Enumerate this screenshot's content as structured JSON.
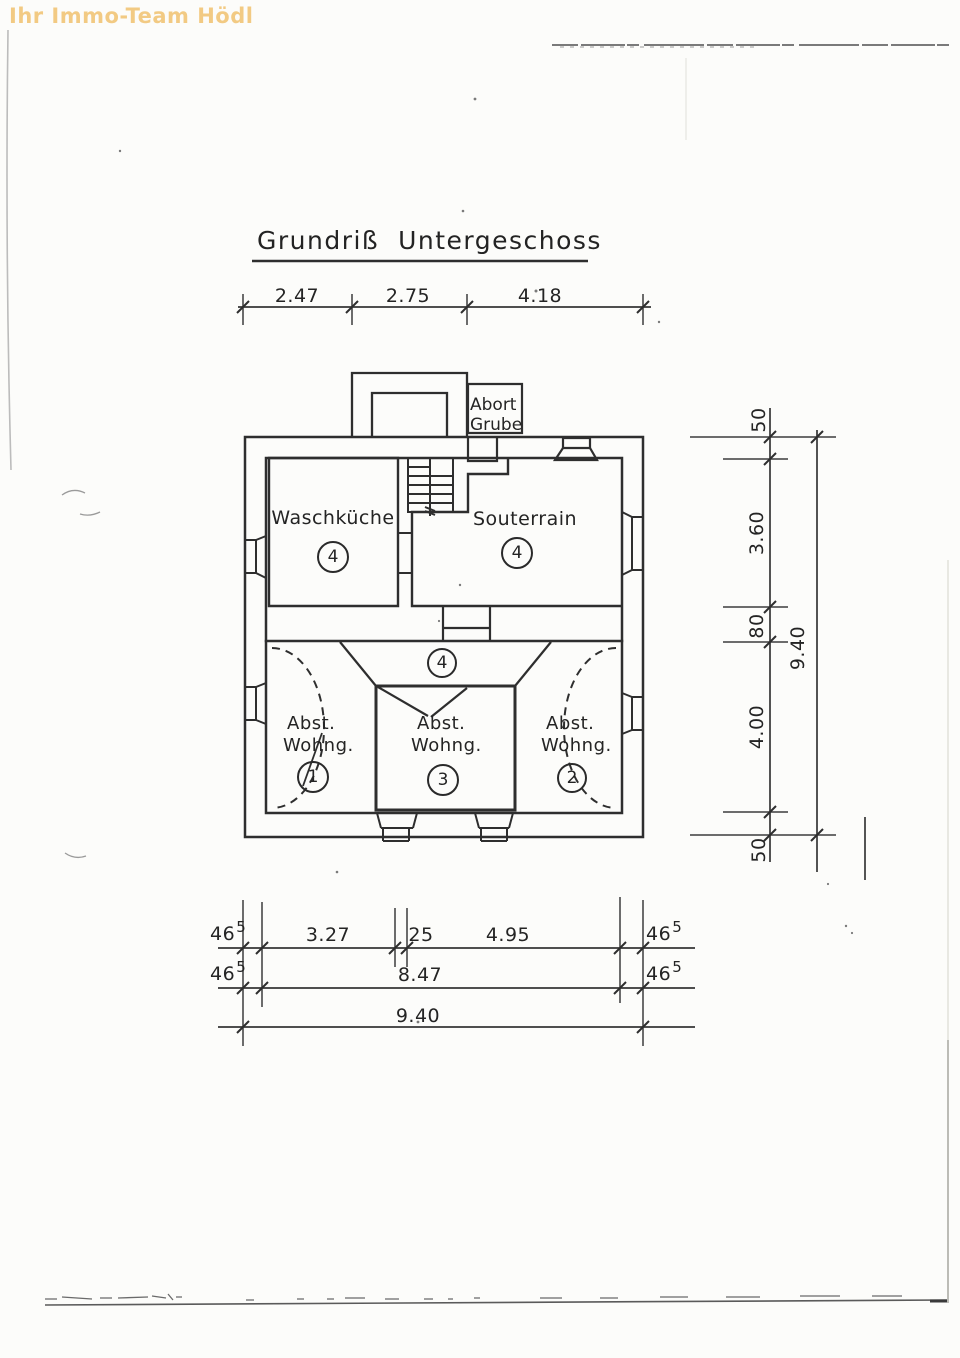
{
  "watermark": "Ihr Immo-Team Hödl",
  "title": "Grundriß  Untergeschoss",
  "dimensions": {
    "top": [
      "2.47",
      "2.75",
      "4.18"
    ],
    "right": {
      "s1": "50",
      "s2": "3.60",
      "s3": "80",
      "s4": "4.00",
      "s5": "50",
      "total": "9.40"
    },
    "bottom": {
      "offset_base": "46",
      "offset_sup": "5",
      "row1": [
        "3.27",
        "25",
        "4.95"
      ],
      "row2_mid": "8.47",
      "row3_total": "9.40"
    }
  },
  "rooms": {
    "waschkueche": {
      "name": "Waschküche",
      "number": "4"
    },
    "souterrain": {
      "name": "Souterrain",
      "number": "4"
    },
    "abort": {
      "line1": "Abort",
      "line2": "Grube"
    },
    "chute_number": "4",
    "abst1": {
      "line1": "Abst.",
      "line2": "Wohng.",
      "number": "1"
    },
    "abst3": {
      "line1": "Abst.",
      "line2": "Wohng.",
      "number": "3"
    },
    "abst2": {
      "line1": "Abst.",
      "line2": "Wohng.",
      "number": "2"
    }
  }
}
